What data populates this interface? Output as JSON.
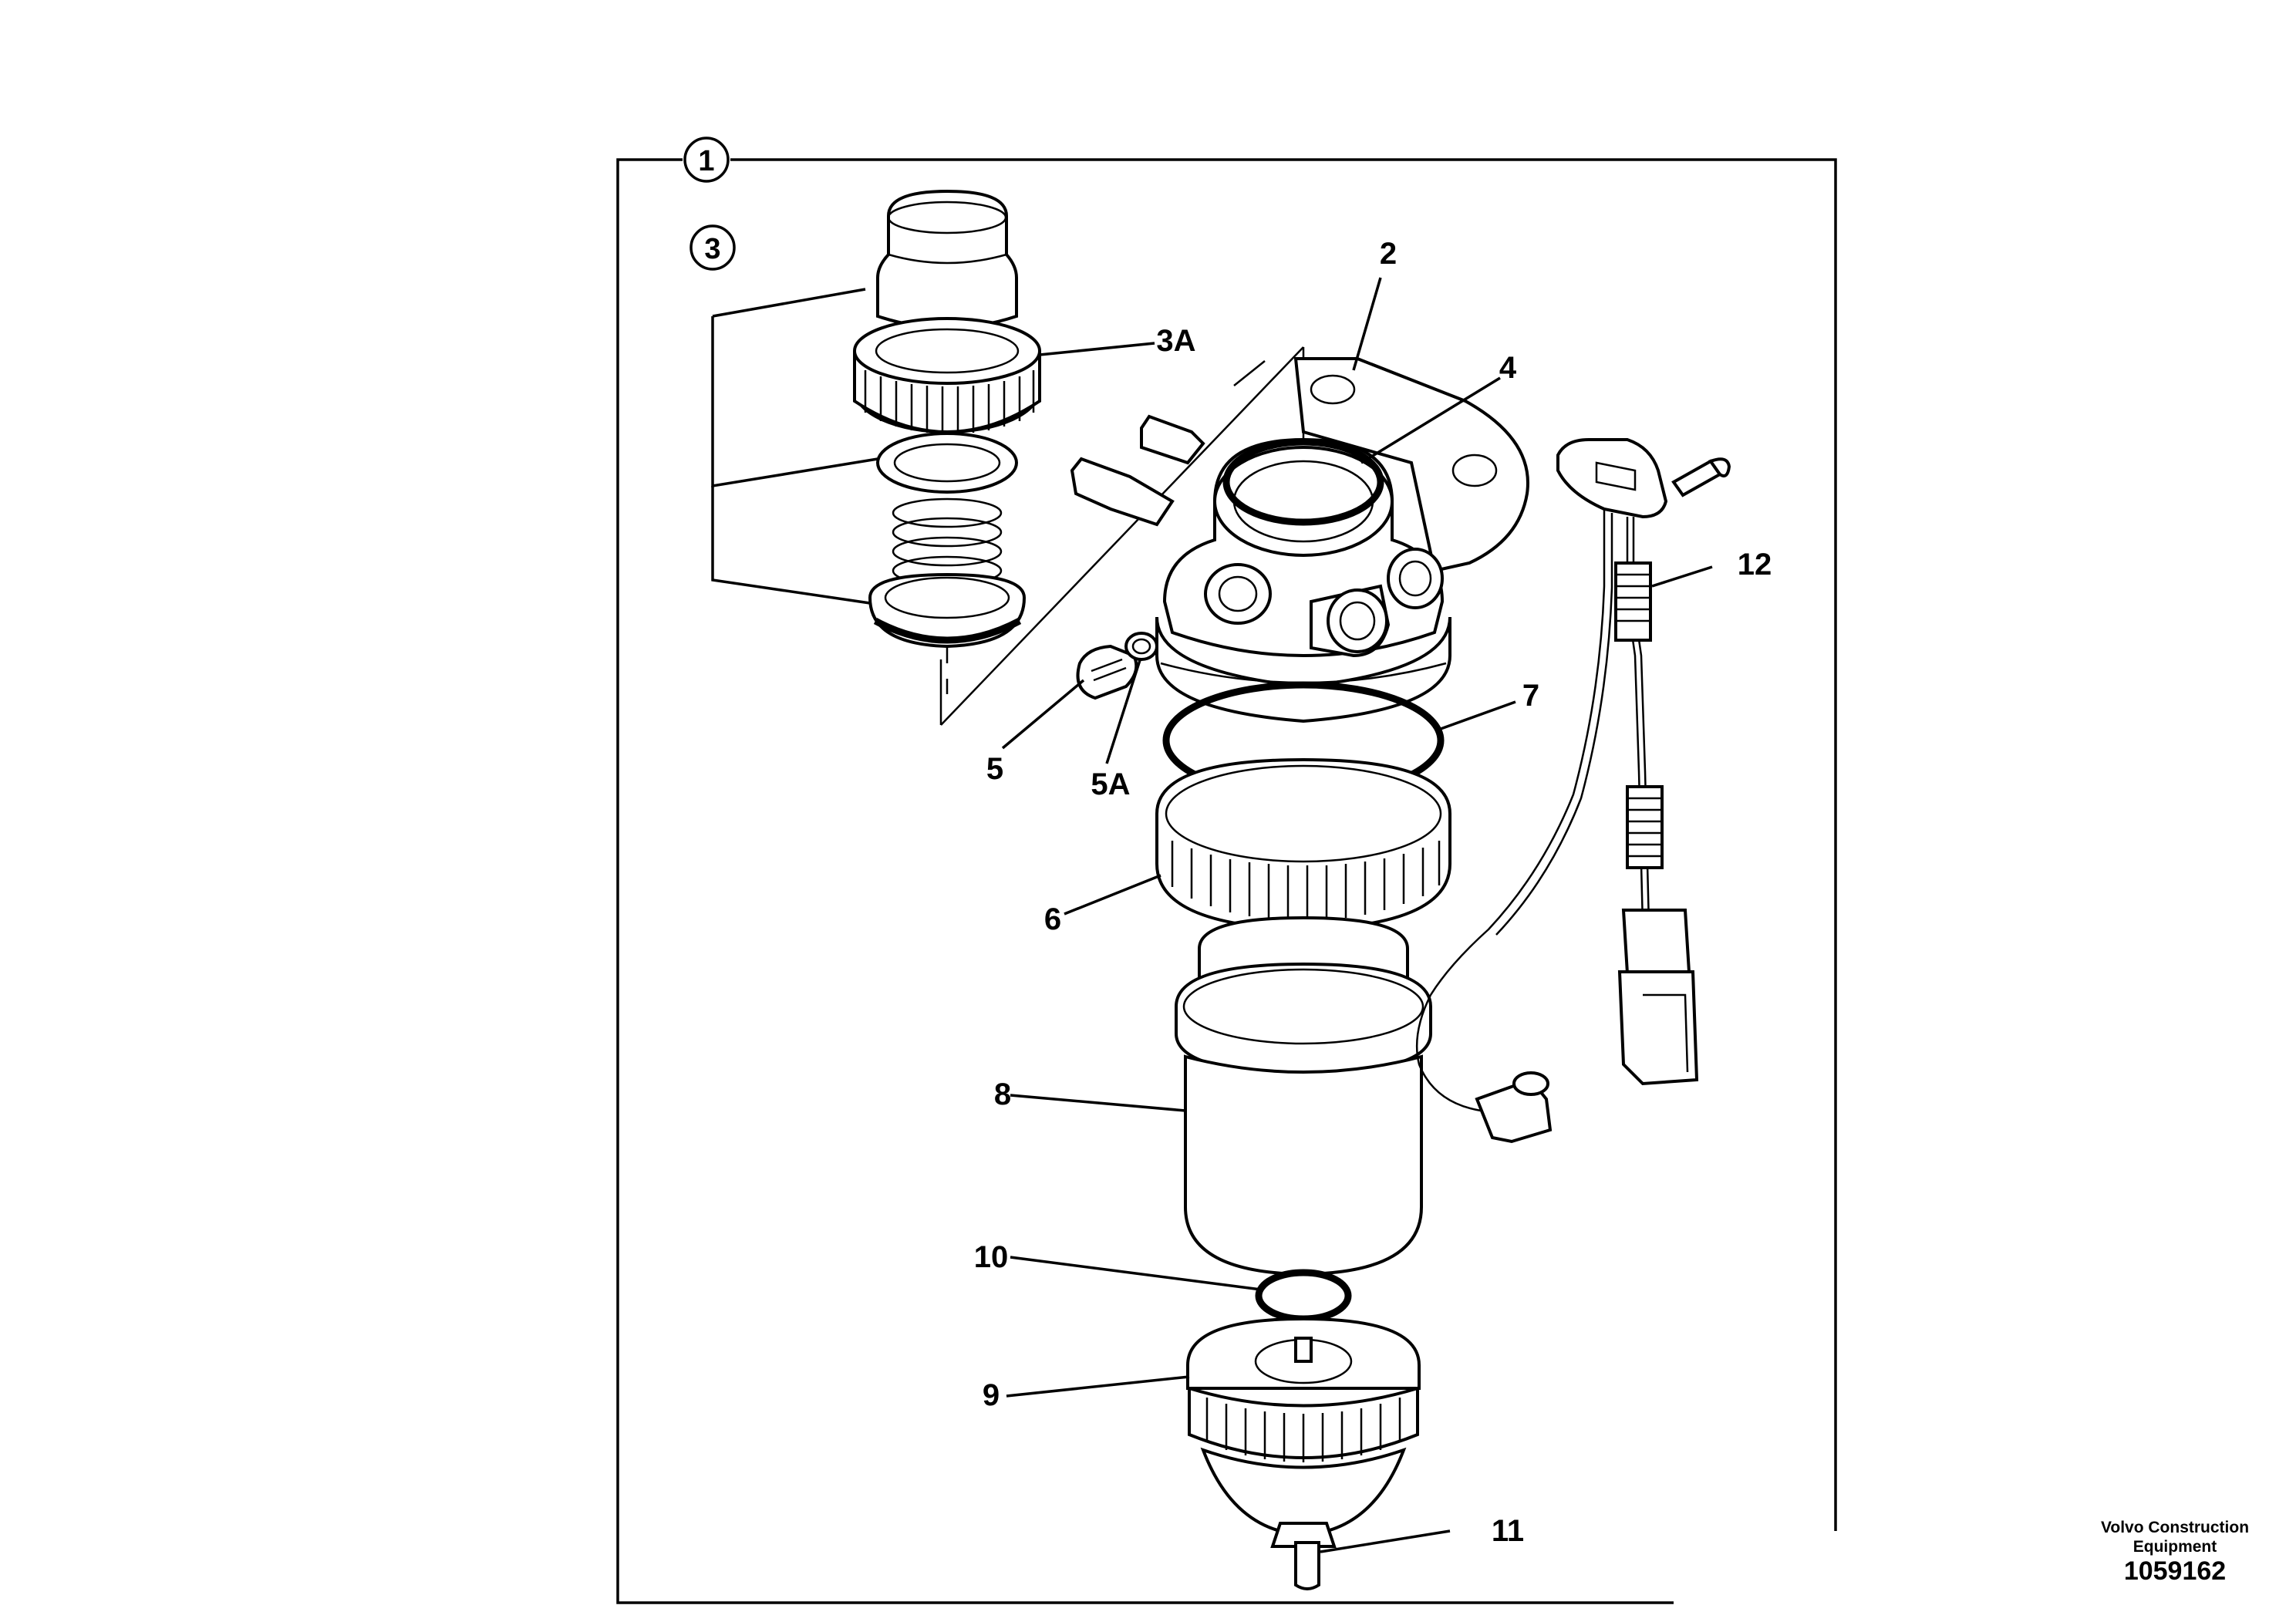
{
  "callouts": {
    "c1": "1",
    "c2": "2",
    "c3": "3",
    "c3a": "3A",
    "c4": "4",
    "c5": "5",
    "c5a": "5A",
    "c6": "6",
    "c7": "7",
    "c8": "8",
    "c9": "9",
    "c10": "10",
    "c11": "11",
    "c12": "12"
  },
  "credit": {
    "line1": "Volvo Construction",
    "line2": "Equipment",
    "ref": "1059162"
  }
}
